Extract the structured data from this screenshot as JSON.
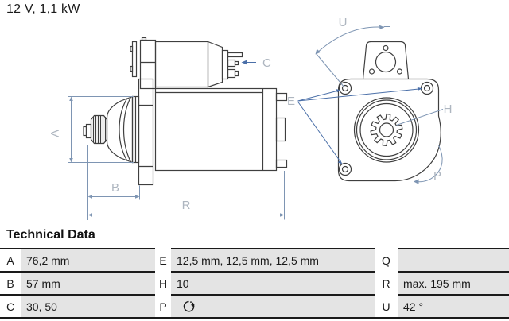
{
  "page": {
    "title": "12 V, 1,1 kW"
  },
  "diagram": {
    "labels": {
      "A": "A",
      "B": "B",
      "C": "C",
      "E": "E",
      "H": "H",
      "P": "P",
      "R": "R",
      "U": "U"
    }
  },
  "technical_data": {
    "heading": "Technical Data",
    "rows": [
      {
        "c1k": "A",
        "c1v": "76,2 mm",
        "c2k": "E",
        "c2v": "12,5 mm, 12,5 mm, 12,5 mm",
        "c3k": "Q",
        "c3v": ""
      },
      {
        "c1k": "B",
        "c1v": "57 mm",
        "c2k": "H",
        "c2v": "10",
        "c3k": "R",
        "c3v": "max. 195 mm"
      },
      {
        "c1k": "C",
        "c1v": "30, 50",
        "c2k": "P",
        "c2v": "",
        "c2icon": "rotation-clockwise-icon",
        "c3k": "U",
        "c3v": "42 °"
      }
    ]
  },
  "colors": {
    "outline": "#3f3f3f",
    "dimension_line": "#7e95b3",
    "dimension_label": "#aeb6c0",
    "arrow_blue": "#4a6fa8",
    "cell_gray": "#e4e4e4",
    "rule_black": "#1a1a1a"
  }
}
